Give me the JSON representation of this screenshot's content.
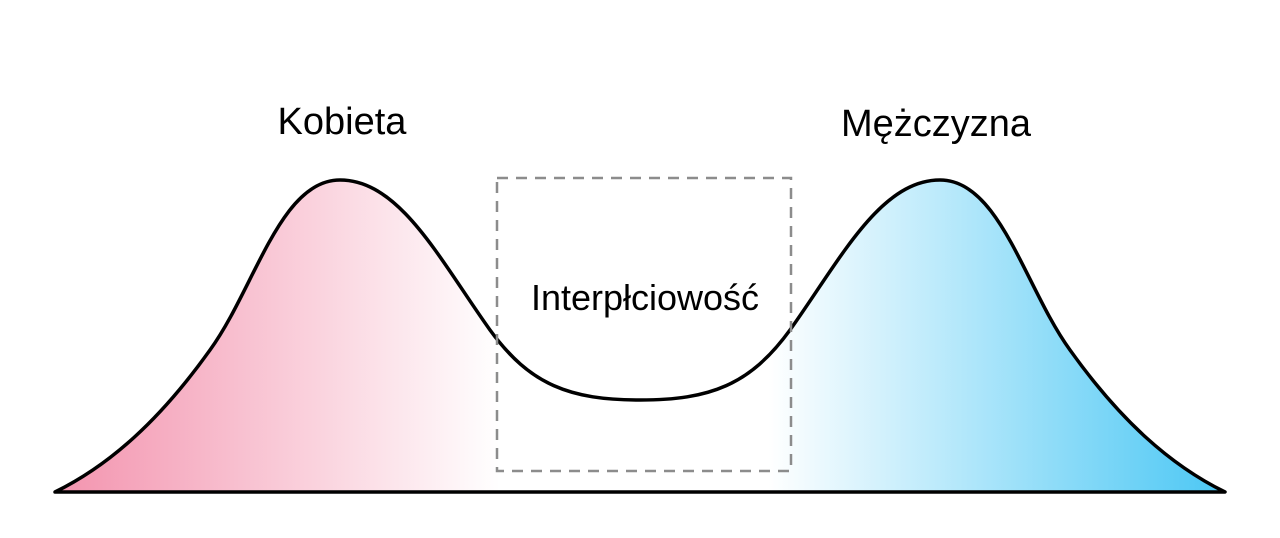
{
  "diagram": {
    "title": "bimodal sex distribution diagram",
    "labels": {
      "left_peak": "Kobieta",
      "right_peak": "Mężczyzna",
      "center_box": "Interpłciowość"
    },
    "colors": {
      "female_pink": "#F393AE",
      "male_blue": "#4BC7F4",
      "middle_white": "#FFFFFF",
      "curve_stroke": "#000000",
      "box_dash": "#8C8C8C",
      "background": "#FFFFFF"
    }
  }
}
